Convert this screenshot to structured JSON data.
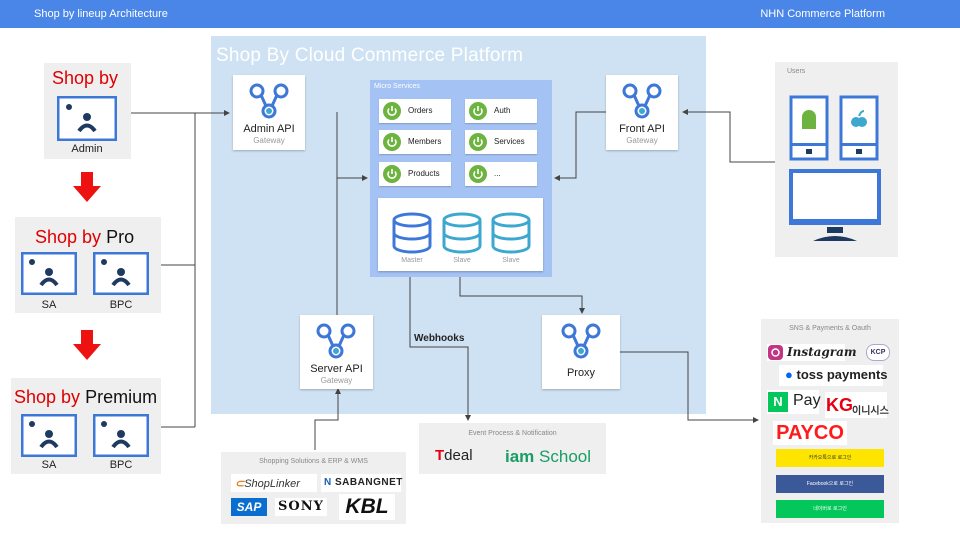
{
  "header": {
    "left_title": "Shop by lineup Architecture",
    "right_title": "NHN Commerce Platform"
  },
  "platform": {
    "title": "Shop By Cloud Commerce Platform"
  },
  "lineup": {
    "shopby": {
      "brand": "Shop by",
      "suffix": "",
      "screens": [
        "Admin"
      ]
    },
    "pro": {
      "brand": "Shop by",
      "suffix": "Pro",
      "screens": [
        "SA",
        "BPC"
      ]
    },
    "premium": {
      "brand": "Shop by",
      "suffix": "Premium",
      "screens": [
        "SA",
        "BPC"
      ]
    }
  },
  "nodes": {
    "admin_api": {
      "label": "Admin API",
      "sub": "Gateway"
    },
    "front_api": {
      "label": "Front API",
      "sub": "Gateway"
    },
    "server_api": {
      "label": "Server API",
      "sub": "Gateway"
    },
    "proxy": {
      "label": "Proxy"
    }
  },
  "micro_services": {
    "title": "Micro Services",
    "items": [
      "Orders",
      "Auth",
      "Members",
      "Services",
      "Products",
      "..."
    ],
    "databases": [
      "Master",
      "Slave",
      "Slave"
    ]
  },
  "webhooks_label": "Webhooks",
  "users": {
    "title": "Users"
  },
  "sns": {
    "title": "SNS & Payments & Oauth",
    "logos": [
      "Instagram",
      "KCP",
      "toss payments",
      "N",
      "Pay",
      "KG",
      "이니시스",
      "PAYCO"
    ],
    "buttons": [
      "카카오톡으로 로그인",
      "Facebook으로 로그인",
      "네이버로 로그인"
    ]
  },
  "event": {
    "title": "Event Process & Notification",
    "logos": [
      "deal",
      "iam",
      "School"
    ]
  },
  "shopping": {
    "title": "Shopping Solutions & ERP & WMS",
    "logos": [
      "ShopLinker",
      "SABANGNET",
      "SAP",
      "SONY",
      "KBL"
    ]
  },
  "colors": {
    "header": "#4a86e8",
    "platform_bg": "#cfe2f3",
    "ms_panel": "#a4c2f4",
    "accent_red": "#e00000",
    "spring_green": "#6db33f",
    "icon_blue": "#3d78d8",
    "kakao": "#fee500",
    "facebook": "#3b5998",
    "naver": "#03c75a",
    "payco": "#ff1b1b"
  }
}
